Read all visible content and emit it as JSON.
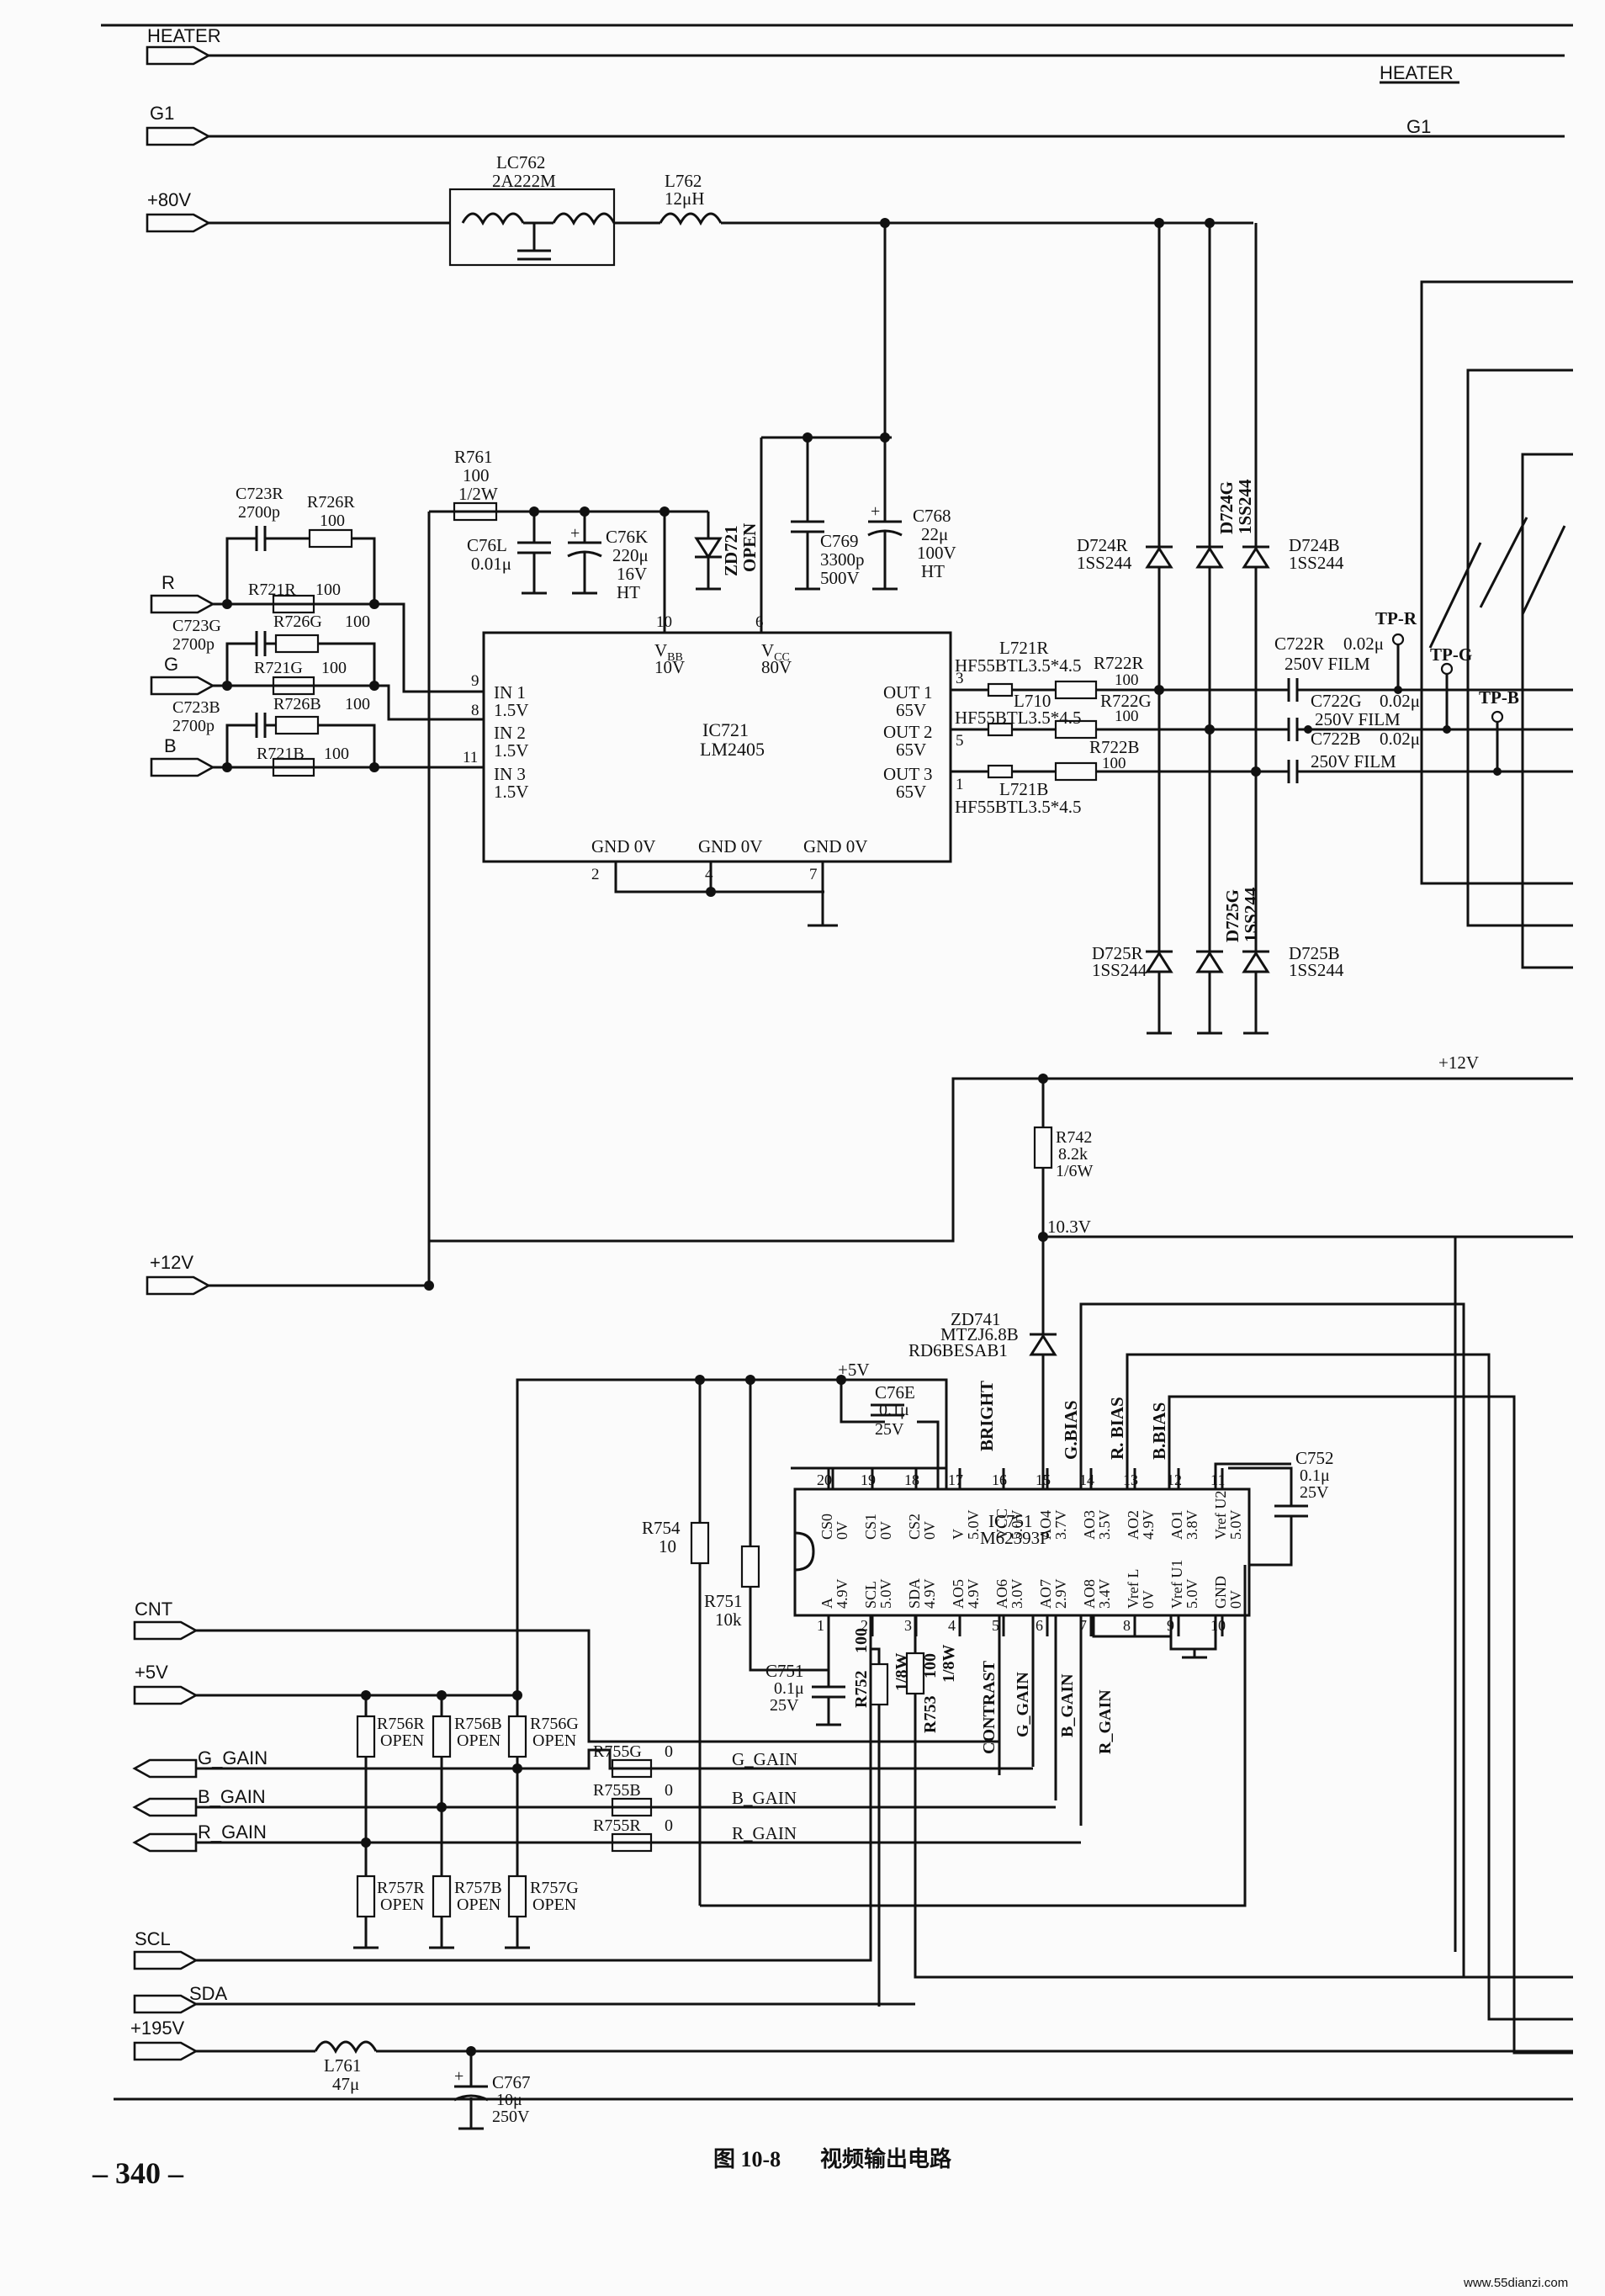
{
  "page": {
    "page_number": "– 340 –",
    "caption_fig": "图 10-8",
    "caption_text": "视频输出电路",
    "watermark": "www.55dianzi.com"
  },
  "ports": {
    "heater_l": "HEATER",
    "heater_r": "HEATER",
    "g1_l": "G1",
    "g1_r": "G1",
    "v80": "+80V",
    "r_in": "R",
    "g_in": "G",
    "b_in": "B",
    "v12_l": "+12V",
    "v12_r": "+12V",
    "cnt": "CNT",
    "v5_in": "+5V",
    "g_gain": "G_GAIN",
    "b_gain": "B_GAIN",
    "r_gain": "R_GAIN",
    "scl": "SCL",
    "sda": "SDA",
    "v195": "+195V",
    "v5_bus": "+5V",
    "v103": "10.3V"
  },
  "ic721": {
    "name": "IC721",
    "part": "LM2405",
    "vbb": "V",
    "vbb_sub": "BB",
    "vbb_v": "10V",
    "vcc": "V",
    "vcc_sub": "CC",
    "vcc_v": "80V",
    "in1": "IN 1",
    "in2": "IN 2",
    "in3": "IN 3",
    "in_v": "1.5V",
    "out1": "OUT 1",
    "out2": "OUT 2",
    "out3": "OUT 3",
    "out_v": "65V",
    "gnd": "GND 0V",
    "p9": "9",
    "p8": "8",
    "p11": "11",
    "p10": "10",
    "p6": "6",
    "p3": "3",
    "p5": "5",
    "p1": "1",
    "p2": "2",
    "p4": "4",
    "p7": "7"
  },
  "ic751": {
    "name": "IC751",
    "part": "M62393P",
    "top_pins": [
      "20",
      "19",
      "18",
      "17",
      "16",
      "15",
      "14",
      "13",
      "12",
      "11"
    ],
    "top_labels": [
      [
        "CS0",
        "0V"
      ],
      [
        "CS1",
        "0V"
      ],
      [
        "CS2",
        "0V"
      ],
      [
        "V",
        "5.0V"
      ],
      [
        "VCC",
        "5.0V"
      ],
      [
        "AO4",
        "3.7V"
      ],
      [
        "AO3",
        "3.5V"
      ],
      [
        "AO2",
        "4.9V"
      ],
      [
        "AO1",
        "3.8V"
      ],
      [
        "Vref U2",
        "5.0V"
      ]
    ],
    "bottom_pins": [
      "1",
      "2",
      "3",
      "4",
      "5",
      "6",
      "7",
      "8",
      "9",
      "10"
    ],
    "bottom_labels": [
      [
        "A",
        "4.9V"
      ],
      [
        "SCL",
        "5.0V"
      ],
      [
        "SDA",
        "4.9V"
      ],
      [
        "AO5",
        "4.9V"
      ],
      [
        "AO6",
        "3.0V"
      ],
      [
        "AO7",
        "2.9V"
      ],
      [
        "AO8",
        "3.4V"
      ],
      [
        "Vref L",
        "0V"
      ],
      [
        "Vref U1",
        "5.0V"
      ],
      [
        "GND",
        "0V"
      ]
    ]
  },
  "components": {
    "lc762": "LC762",
    "lc762_v": "2A222M",
    "l762": "L762",
    "l762_v": "12μH",
    "r761": "R761",
    "r761_v": "100",
    "r761_p": "1/2W",
    "c723r": "C723R",
    "c723r_v": "2700p",
    "r726r": "R726R",
    "r726r_v": "100",
    "r721r": "R721R",
    "r721r_v": "100",
    "c723g": "C723G",
    "c723g_v": "2700p",
    "r726g": "R726G",
    "r726g_v": "100",
    "r721g": "R721G",
    "r721g_v": "100",
    "c723b": "C723B",
    "c723b_v": "2700p",
    "r726b": "R726B",
    "r726b_v": "100",
    "r721b": "R721B",
    "r721b_v": "100",
    "c76l": "C76L",
    "c76l_v": "0.01μ",
    "c76k": "C76K",
    "c76k_v": "220μ",
    "c76k_v2": "16V",
    "c76k_v3": "HT",
    "zd721": "ZD721",
    "zd721_v": "OPEN",
    "c769": "C769",
    "c769_v": "3300p",
    "c769_v2": "500V",
    "c768": "C768",
    "c768_v": "22μ",
    "c768_v2": "100V",
    "c768_v3": "HT",
    "d724r": "D724R",
    "d724r_v": "1SS244",
    "d724g": "D724G",
    "d724g_v": "1SS244",
    "d724b": "D724B",
    "d724b_v": "1SS244",
    "d725r": "D725R",
    "d725r_v": "1SS244",
    "d725g": "D725G",
    "d725g_v": "1SS244",
    "d725b": "D725B",
    "d725b_v": "1SS244",
    "l721r": "L721R",
    "l721r_v": "HF55BTL3.5*4.5",
    "l710": "L710",
    "l710_v": "HF55BTL3.5*4.5",
    "l721b": "L721B",
    "l721b_v": "HF55BTL3.5*4.5",
    "r722r": "R722R",
    "r722r_v": "100",
    "r722g": "R722G",
    "r722g_v": "100",
    "r722b": "R722B",
    "r722b_v": "100",
    "c722r": "C722R",
    "c722r_v": "0.02μ",
    "c722r_v2": "250V FILM",
    "c722g": "C722G",
    "c722g_v": "0.02μ",
    "c722g_v2": "250V FILM",
    "c722b": "C722B",
    "c722b_v": "0.02μ",
    "c722b_v2": "250V FILM",
    "tp_r": "TP-R",
    "tp_g": "TP-G",
    "tp_b": "TP-B",
    "r742": "R742",
    "r742_v": "8.2k",
    "r742_p": "1/6W",
    "zd741": "ZD741",
    "zd741_v": "MTZJ6.8B",
    "zd741_v2": "RD6BESAB1",
    "c76e": "C76E",
    "c76e_v": "0.1μ",
    "c76e_v2": "25V",
    "c752": "C752",
    "c752_v": "0.1μ",
    "c752_v2": "25V",
    "r754": "R754",
    "r754_v": "10",
    "r751": "R751",
    "r751_v": "10k",
    "c751": "C751",
    "c751_v": "0.1μ",
    "c751_v2": "25V",
    "r752": "R752",
    "r752_v": "100",
    "r752_p": "1/8W",
    "r753": "R753",
    "r753_v": "100",
    "r753_p": "1/8W",
    "r756r": "R756R",
    "r756b": "R756B",
    "r756g": "R756G",
    "r757r": "R757R",
    "r757b": "R757B",
    "r757g": "R757G",
    "open": "OPEN",
    "r755g": "R755G",
    "r755b": "R755B",
    "r755r": "R755R",
    "zero": "0",
    "l761": "L761",
    "l761_v": "47μ",
    "c767": "C767",
    "c767_v": "10μ",
    "c767_v2": "250V"
  },
  "nets": {
    "bright": "BRIGHT",
    "g_bias": "G.BIAS",
    "r_bias": "R. BIAS",
    "b_bias": "B.BIAS",
    "contrast": "CONTRAST",
    "g_gain": "G_GAIN",
    "b_gain": "B_GAIN",
    "r_gain": "R_GAIN"
  }
}
